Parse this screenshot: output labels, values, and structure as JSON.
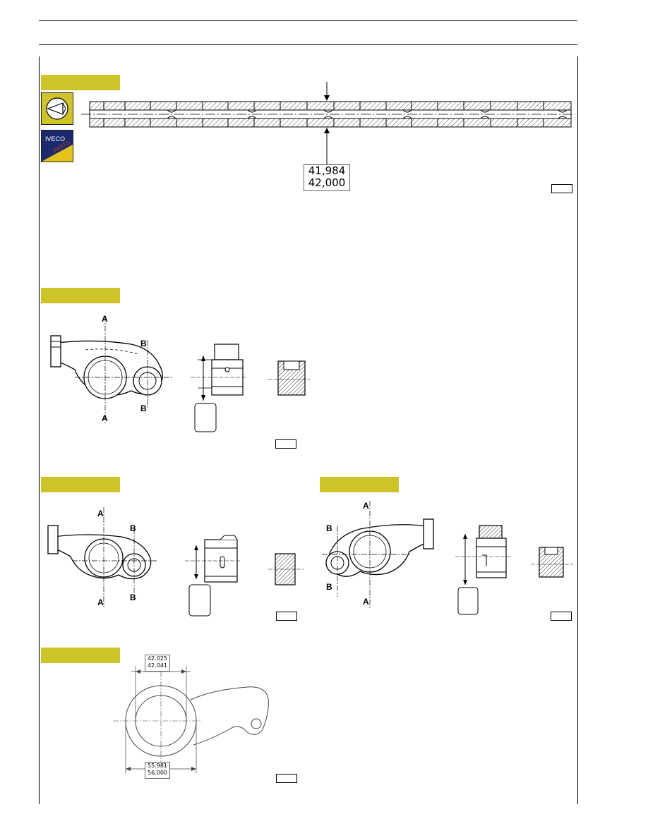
{
  "header": {},
  "sections": [
    {
      "id": "shaft",
      "tab": ""
    },
    {
      "id": "rocker-inlet",
      "tab": ""
    },
    {
      "id": "rocker-left",
      "tab": ""
    },
    {
      "id": "rocker-right",
      "tab": ""
    },
    {
      "id": "rocker-bore",
      "tab": ""
    }
  ],
  "icons": {
    "measure": "measure-gauge-icon",
    "iveco_logo": {
      "brand": "IVECO",
      "sub": "PARTS",
      "colors": [
        "#1a2a6c",
        "#e3c21a",
        "#c0392b"
      ]
    }
  },
  "shaft_dimension": {
    "line1": "41,984",
    "line2": "42,000"
  },
  "rocker_labels": {
    "a": "A",
    "b": "B"
  },
  "bore_dims": {
    "inner": {
      "line1": "42.025",
      "line2": "42.041"
    },
    "outer": {
      "line1": "55.981",
      "line2": "56.000"
    }
  },
  "colors": {
    "tab": "#cfc32a",
    "line": "#000000",
    "hatch": "#444444"
  }
}
